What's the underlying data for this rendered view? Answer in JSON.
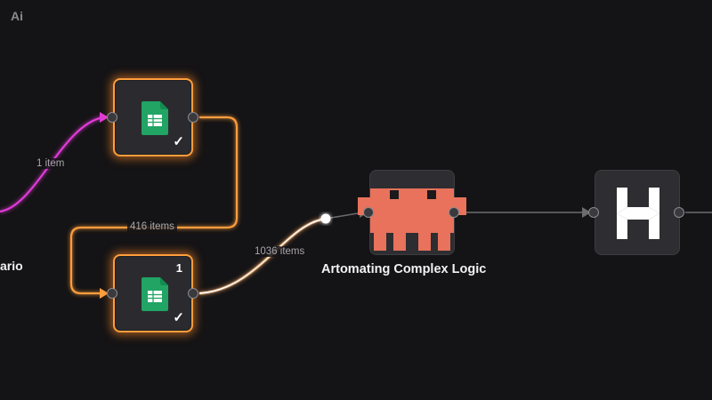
{
  "app": {
    "watermark": "Ai"
  },
  "nodes": {
    "left_partial_title": "ario",
    "sheet_top": {
      "icon": "google-sheets-icon",
      "status": "✓"
    },
    "sheet_bottom": {
      "icon": "google-sheets-icon",
      "status": "✓",
      "run_count": "1"
    },
    "logic": {
      "icon": "pixel-monster-icon",
      "title": "Artomating Complex Logic"
    },
    "hub": {
      "icon": "hubspot-h-logo-icon"
    }
  },
  "edges": {
    "to_sheet_top": "1 item",
    "sheet_top_to_bottom": "416 items",
    "sheet_bottom_to_logic": "1036 items"
  },
  "colors": {
    "background": "#141315",
    "active_orange": "#ff9d3c",
    "trigger_magenta": "#e03ad8",
    "sheets_green": "#21a464",
    "logic_coral": "#e8725b",
    "edge_gray": "#6c6c70"
  }
}
